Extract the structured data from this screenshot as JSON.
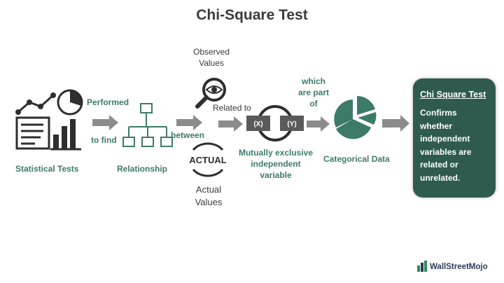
{
  "title": "Chi-Square Test",
  "labels": {
    "statistical_tests": "Statistical Tests",
    "performed": "Performed",
    "to_find": "to find",
    "relationship": "Relationship",
    "between": "between",
    "observed_line1": "Observed",
    "observed_line2": "Values",
    "actual_line1": "Actual",
    "actual_line2": "Values",
    "actual_stamp": "ACTUAL",
    "related_to": "Related to",
    "x_var": "(X)",
    "y_var": "(Y)",
    "mutually_line1": "Mutually exclusive",
    "mutually_line2": "independent",
    "mutually_line3": "variable",
    "which_line1": "which",
    "which_line2": "are part",
    "which_line3": "of",
    "categorical_data": "Categorical Data"
  },
  "result_box": {
    "title": "Chi Square Test",
    "line1": "Confirms",
    "line2": "whether",
    "line3": "independent",
    "line4": "variables are",
    "line5": "related or",
    "line6": "unrelated."
  },
  "brand": "WallStreetMojo",
  "colors": {
    "teal": "#3d7a6a",
    "dark_teal": "#2f5b4f",
    "arrow_gray": "#8c8c8c",
    "icon_dark": "#2e2e2e"
  }
}
